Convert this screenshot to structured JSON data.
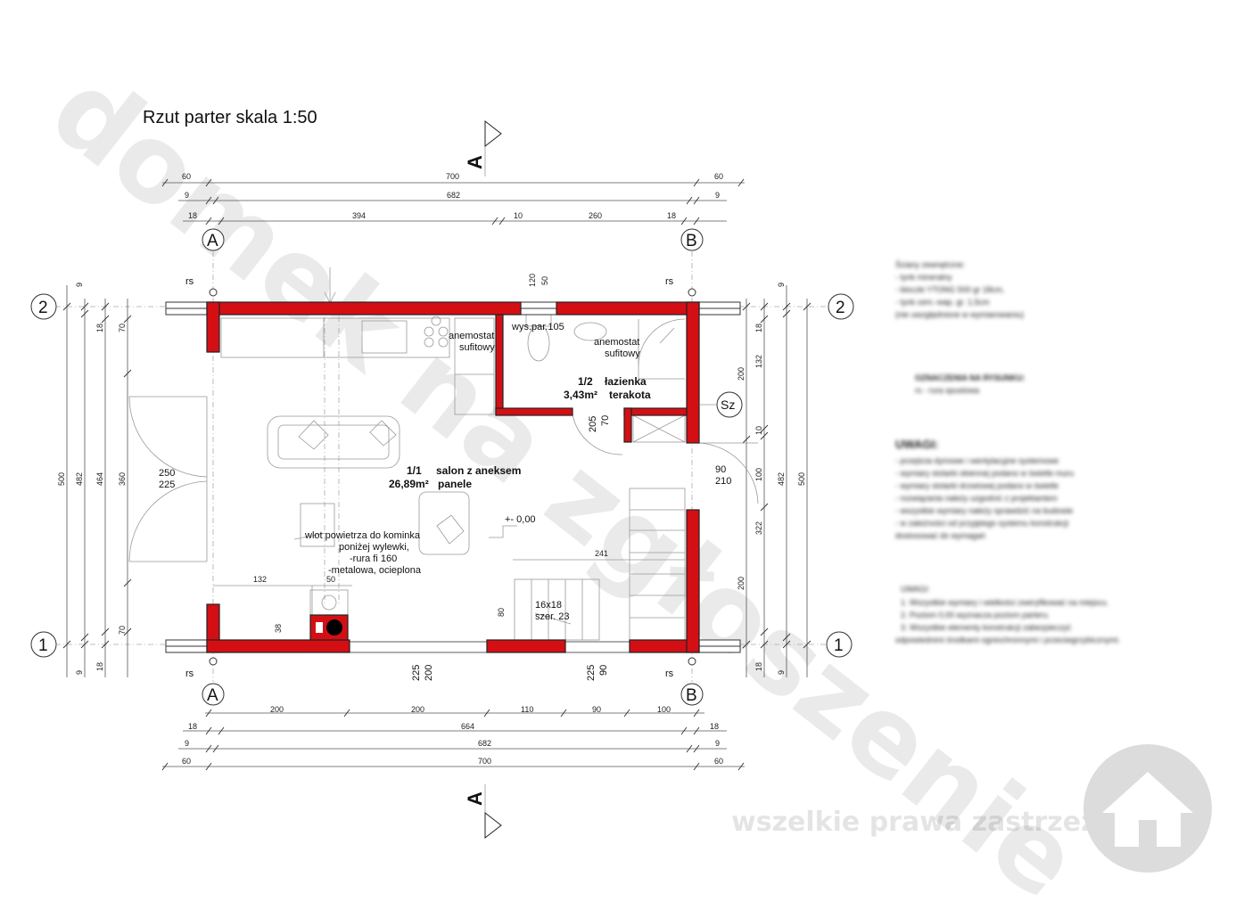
{
  "drawing": {
    "title": "Rzut parter skala 1:50",
    "section_marker": "A",
    "axes": {
      "A": "A",
      "B": "B",
      "one": "1",
      "two": "2"
    },
    "rooms": {
      "living": {
        "number": "1/1",
        "name": "salon z aneksem",
        "area": "26,89m²",
        "floor": "panele"
      },
      "bath": {
        "number": "1/2",
        "name": "łazienka",
        "area": "3,43m²",
        "floor": "terakota"
      }
    },
    "labels": {
      "rs": "rs",
      "anemostat_1": "anemostat",
      "anemostat_2": "sufitowy",
      "wys_par": "wys.par.105",
      "sz": "Sz",
      "level": "+- 0,00",
      "fireplace_1": "wlot powietrza do kominka",
      "fireplace_2": "poniżej wylewki,",
      "fireplace_3": "-rura fi 160",
      "fireplace_4": "-metalowa, ocieplona",
      "stairs_1": "16x18",
      "stairs_2": "szer. 23"
    },
    "dims_top": {
      "r1": [
        "60",
        "700",
        "60"
      ],
      "r2": [
        "9",
        "682",
        "9"
      ],
      "r3": [
        "18",
        "394",
        "10",
        "260",
        "18"
      ]
    },
    "dims_bottom": {
      "r1": [
        "200",
        "200",
        "110",
        "90",
        "100"
      ],
      "r2": [
        "18",
        "664",
        "18"
      ],
      "r3": [
        "9",
        "682",
        "9"
      ],
      "r4": [
        "60",
        "700",
        "60"
      ]
    },
    "dims_left": {
      "outer": [
        "9",
        "500",
        "9"
      ],
      "mid": [
        "482"
      ],
      "inner": [
        "18",
        "464",
        "18"
      ],
      "openings": [
        "70",
        "360",
        "70"
      ]
    },
    "dims_right": {
      "a": [
        "18",
        "132",
        "10",
        "100",
        "322",
        "18"
      ],
      "b": [
        "200",
        "200"
      ],
      "c": [
        "9",
        "482",
        "9"
      ],
      "d": [
        "500"
      ]
    },
    "openings": {
      "top_win_a": "50",
      "top_win_b": "120",
      "door_left_a": "250",
      "door_left_b": "225",
      "door_right_a": "90",
      "door_right_b": "210",
      "bath_door_a": "70",
      "bath_door_b": "205",
      "bottom_win1_a": "200",
      "bottom_win1_b": "225",
      "bottom_win2_a": "90",
      "bottom_win2_b": "225",
      "kitchen_132": "132",
      "kitchen_50": "50",
      "kitchen_38": "38",
      "stairs_80": "80",
      "stairs_241": "241"
    },
    "watermark": {
      "main": "domek na zgłoszenie",
      "rights": "wszelkie prawa zastrzeżone"
    },
    "notes": {
      "block1": [
        "Ściany zewnętrzne:",
        "- tynk mineralny",
        "- bloczki YTONG 500 gr 18cm,",
        "- tynk cem.-wap. gr. 1,5cm",
        "(nie uwzględnione w wymiarowaniu)"
      ],
      "block2": [
        "OZNACZENIA NA RYSUNKU:",
        "rs - rura spustowa"
      ],
      "block3": [
        "UWAGI:",
        "- przejścia dymowe i wentylacyjne systemowe",
        "- wymiary stolarki okiennej podano w świetle muru",
        "- wymiary stolarki drzwiowej podano w świetle",
        "- rozwiązania należy uzgodnić z projektantem",
        "- wszystkie wymiary należy sprawdzić na budowie",
        "- w zależności od przyjętego systemu konstrukcji",
        "dostosować do wymagań"
      ],
      "block4": [
        "UWAGI:",
        "1. Wszystkie wymiary i wielkości zweryfikować na miejscu.",
        "2. Poziom 0,00 wyznacza poziom parteru.",
        "3. Wszystkie elementy konstrukcji zabezpieczyć",
        "odpowiednimi środkami ogniochronnymi i przeciwgrzybicznymi."
      ]
    }
  },
  "colors": {
    "wall": "#d40f14",
    "line": "#222222",
    "watermark": "#dddddd"
  }
}
